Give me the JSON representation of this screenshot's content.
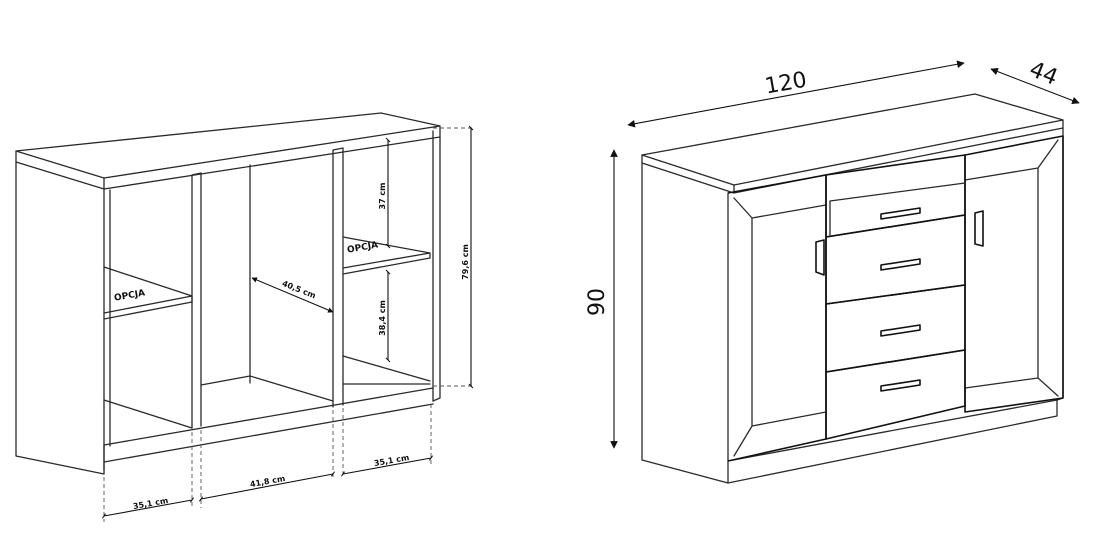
{
  "left_drawing": {
    "height_total": "79,6 cm",
    "height_upper": "37 cm",
    "height_lower": "38,4 cm",
    "depth_inner": "40,5 cm",
    "width_left": "35,1 cm",
    "width_mid": "41,8 cm",
    "width_right": "35,1 cm",
    "option_left": "OPCJA",
    "option_right": "OPCJA"
  },
  "right_drawing": {
    "width": "120",
    "depth": "44",
    "height": "90"
  },
  "colors": {
    "line": "#2a2a2a",
    "background": "#ffffff"
  }
}
